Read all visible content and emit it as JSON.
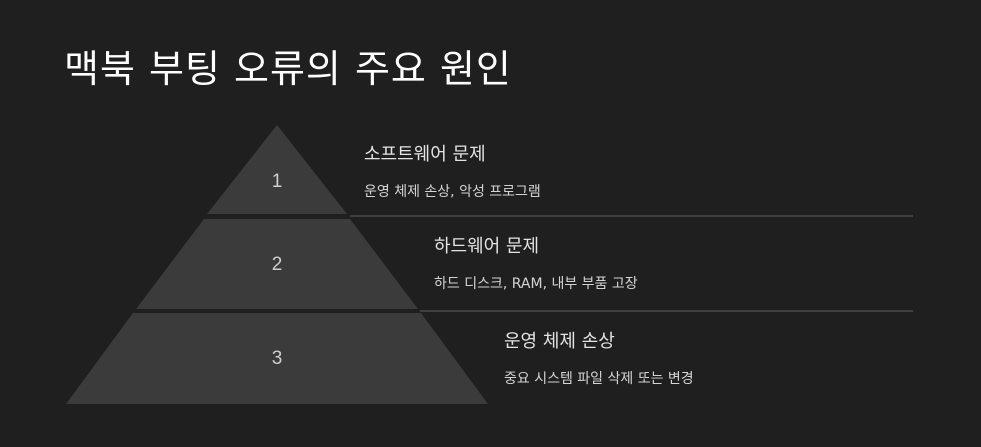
{
  "title": "맥북 부팅 오류의 주요 원인",
  "colors": {
    "background": "#1f1f1f",
    "tier_fill": "#3b3b3b",
    "divider": "#4a4a4a"
  },
  "tiers": [
    {
      "number": "1",
      "title": "소프트웨어 문제",
      "description": "운영 체제 손상, 악성 프로그램"
    },
    {
      "number": "2",
      "title": "하드웨어 문제",
      "description": "하드 디스크, RAM, 내부 부품 고장"
    },
    {
      "number": "3",
      "title": "운영 체제 손상",
      "description": "중요 시스템 파일 삭제 또는 변경"
    }
  ]
}
